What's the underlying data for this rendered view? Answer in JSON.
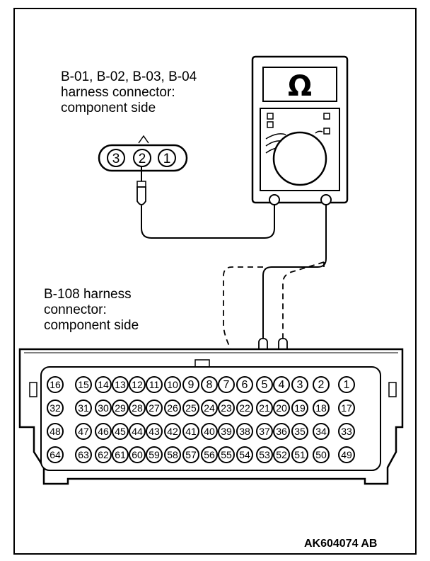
{
  "small_connector": {
    "label_lines": [
      "B-01, B-02, B-03, B-04",
      "harness connector:",
      "component side"
    ],
    "pins": [
      "3",
      "2",
      "1"
    ]
  },
  "ecu_connector": {
    "label_lines": [
      "B-108 harness",
      "connector:",
      "component side"
    ],
    "rows": [
      [
        "16",
        "15",
        "14",
        "13",
        "12",
        "11",
        "10",
        "9",
        "8",
        "7",
        "6",
        "5",
        "4",
        "3",
        "2",
        "1"
      ],
      [
        "32",
        "31",
        "30",
        "29",
        "28",
        "27",
        "26",
        "25",
        "24",
        "23",
        "22",
        "21",
        "20",
        "19",
        "18",
        "17"
      ],
      [
        "48",
        "47",
        "46",
        "45",
        "44",
        "43",
        "42",
        "41",
        "40",
        "39",
        "38",
        "37",
        "36",
        "35",
        "34",
        "33"
      ],
      [
        "64",
        "63",
        "62",
        "61",
        "60",
        "59",
        "58",
        "57",
        "56",
        "55",
        "54",
        "53",
        "52",
        "51",
        "50",
        "49"
      ]
    ]
  },
  "meter": {
    "display_symbol": "Ω",
    "icon": "ohmmeter-icon"
  },
  "figure_code": "AK604074 AB"
}
